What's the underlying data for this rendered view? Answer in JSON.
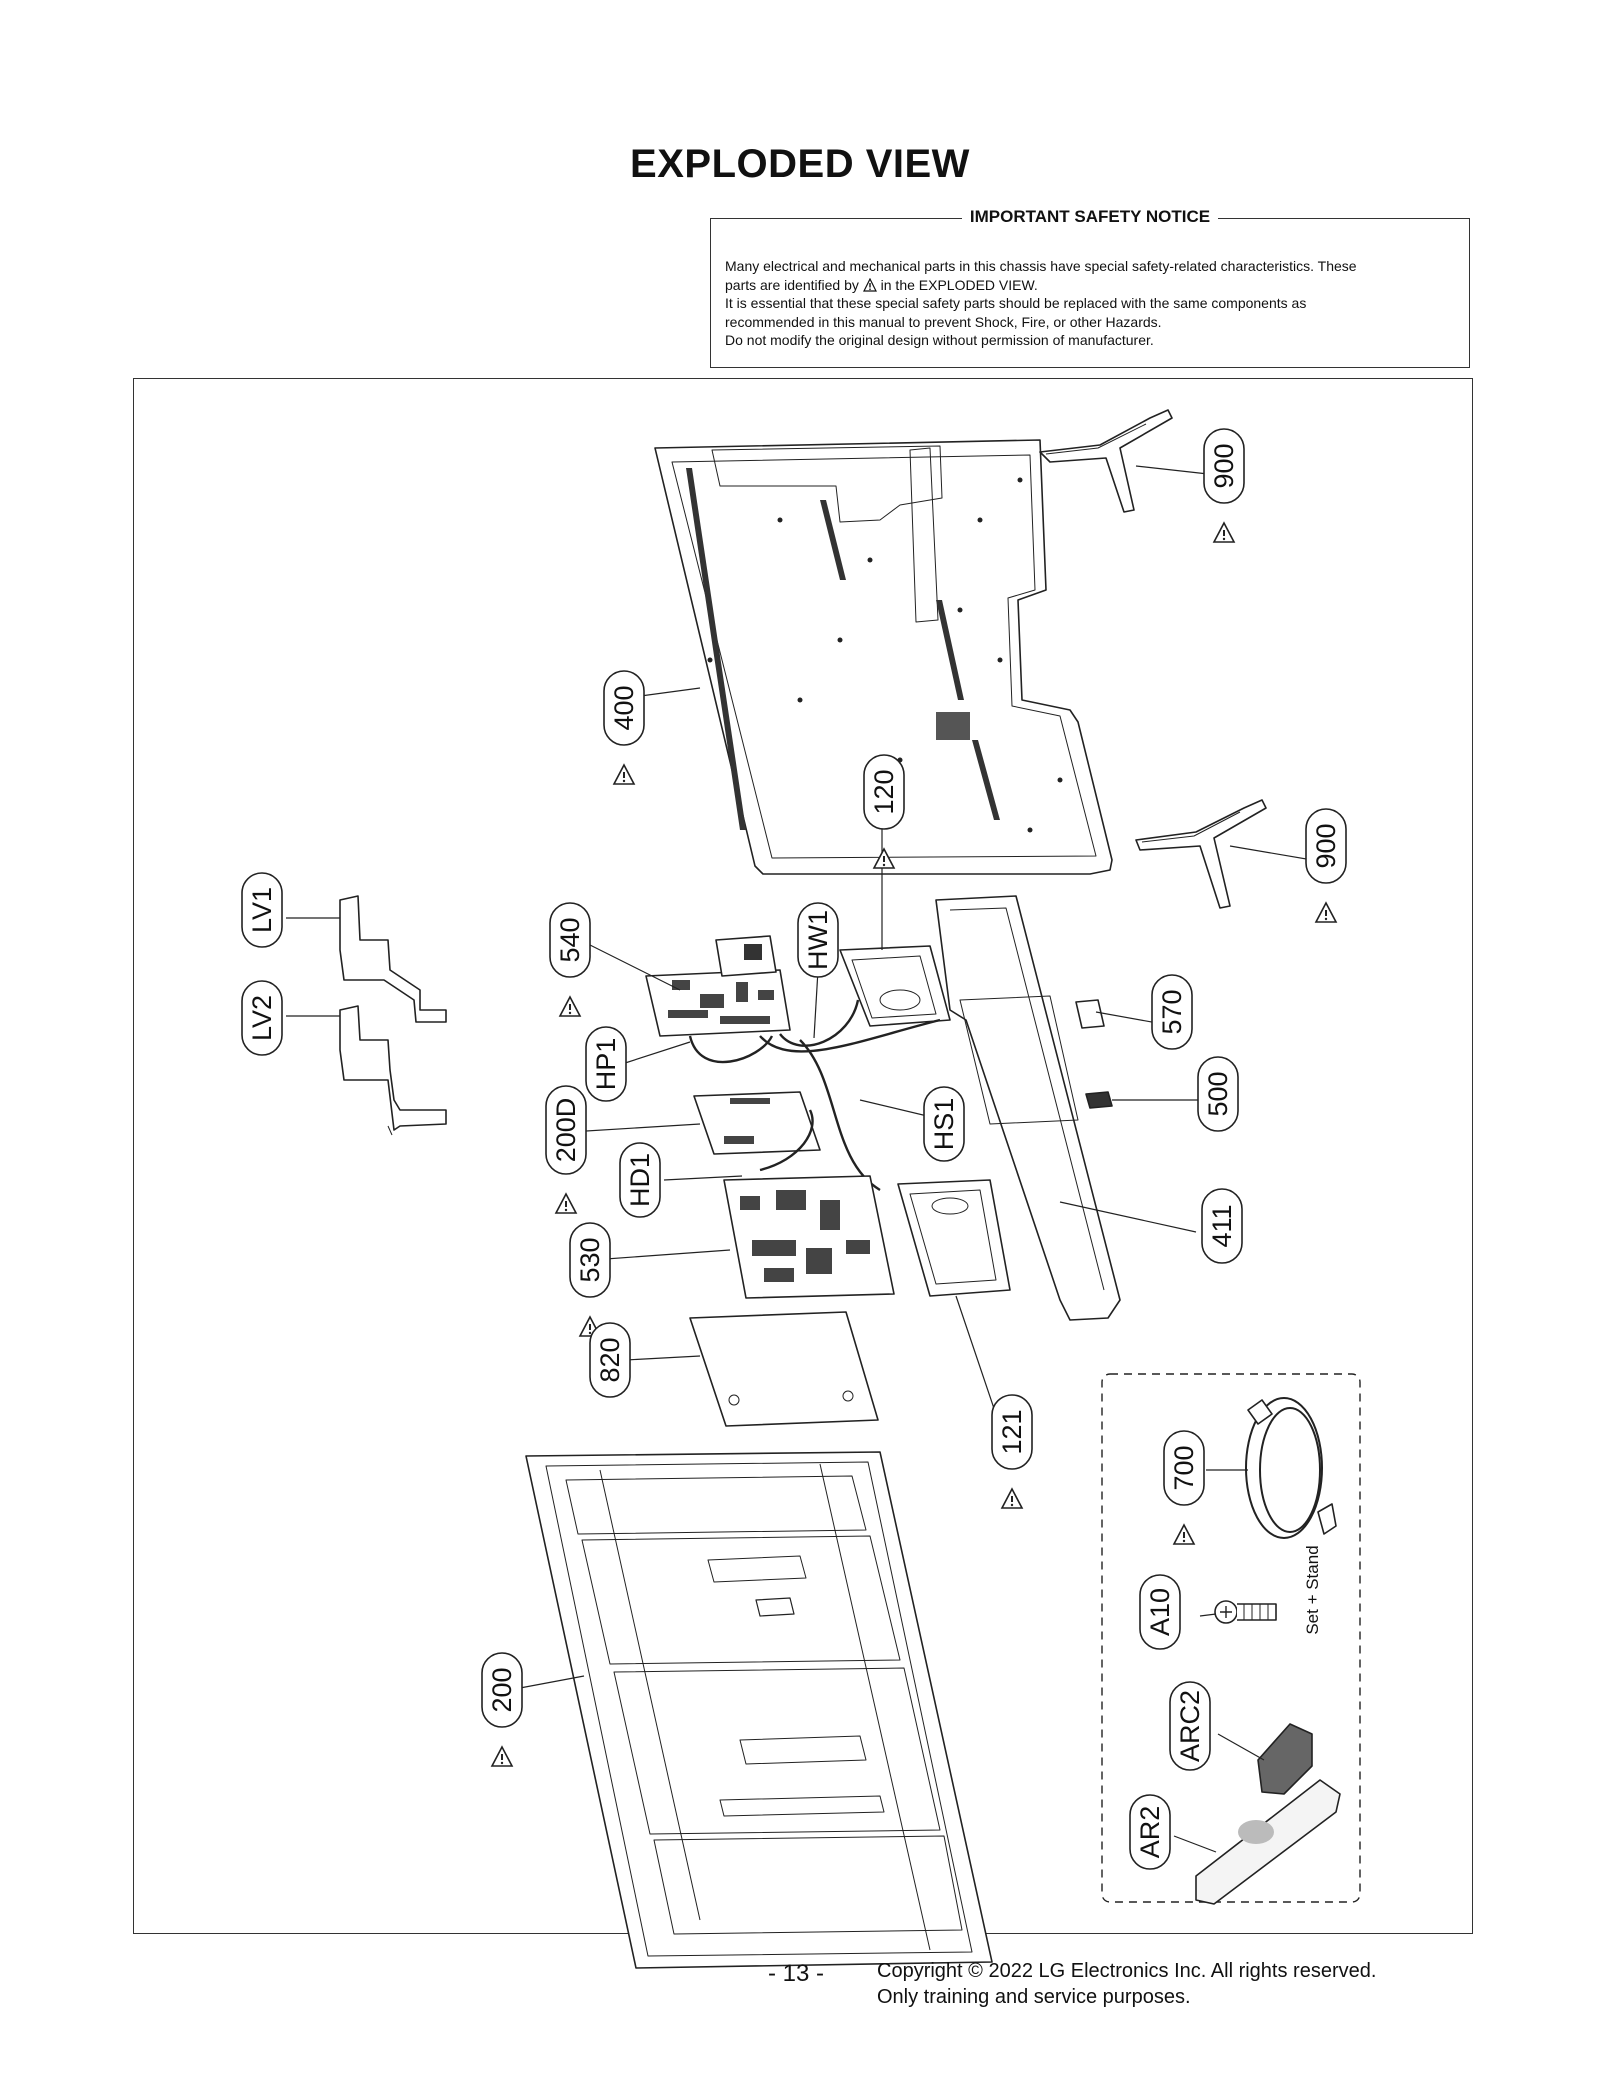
{
  "page": {
    "title": "EXPLODED VIEW",
    "page_number": "- 13 -",
    "copyright_line1": "Copyright © 2022 LG Electronics Inc. All rights reserved.",
    "copyright_line2": "Only training and service purposes."
  },
  "safety_notice": {
    "heading": "IMPORTANT SAFETY NOTICE",
    "line1": "Many electrical and mechanical parts in this chassis have special safety-related characteristics. These",
    "line2a": "parts are identified by",
    "line2b": "in the EXPLODED VIEW.",
    "line3": "It is essential that these special safety parts should be replaced with the same components as",
    "line4": "recommended in this manual to prevent Shock, Fire, or other Hazards.",
    "line5": "Do not modify the original design without permission of manufacturer."
  },
  "accessory_box": {
    "label": "Set + Stand"
  },
  "callouts": [
    {
      "label": "900",
      "safety": true
    },
    {
      "label": "400",
      "safety": true
    },
    {
      "label": "120",
      "safety": true
    },
    {
      "label": "900",
      "safety": true
    },
    {
      "label": "LV1",
      "safety": false
    },
    {
      "label": "LV2",
      "safety": false
    },
    {
      "label": "540",
      "safety": true
    },
    {
      "label": "HW1",
      "safety": false
    },
    {
      "label": "570",
      "safety": false
    },
    {
      "label": "HP1",
      "safety": false
    },
    {
      "label": "500",
      "safety": false
    },
    {
      "label": "200D",
      "safety": true
    },
    {
      "label": "HS1",
      "safety": false
    },
    {
      "label": "HD1",
      "safety": false
    },
    {
      "label": "411",
      "safety": false
    },
    {
      "label": "530",
      "safety": true
    },
    {
      "label": "820",
      "safety": false
    },
    {
      "label": "121",
      "safety": true
    },
    {
      "label": "700",
      "safety": true
    },
    {
      "label": "A10",
      "safety": false
    },
    {
      "label": "200",
      "safety": true
    },
    {
      "label": "ARC2",
      "safety": false
    },
    {
      "label": "AR2",
      "safety": false
    }
  ]
}
